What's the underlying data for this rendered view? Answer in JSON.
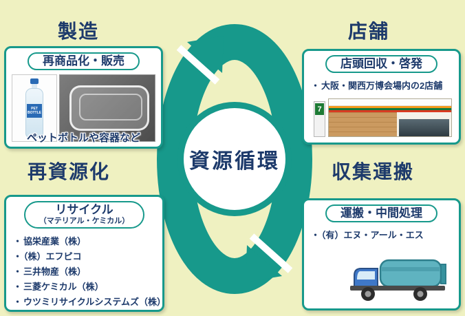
{
  "colors": {
    "background": "#eff1c1",
    "teal": "#17998b",
    "navy": "#1d3a6b",
    "store_green": "#1d7a34",
    "truck_blue": "#3f78c8",
    "truck_teal": "#5fb3c0"
  },
  "center": {
    "title": "資源循環"
  },
  "quadrants": {
    "manufacturing": {
      "label": "製造",
      "pill": "再商品化・販売",
      "caption": "ペットボトルや容器など",
      "bottle_text": "PET BOTTLE"
    },
    "stores": {
      "label": "店舗",
      "pill": "店頭回収・啓発",
      "items": [
        "大阪・関西万博会場内の2店舗"
      ],
      "sign_text": "7"
    },
    "recycling": {
      "label": "再資源化",
      "pill": "リサイクル",
      "pill_sub": "（マテリアル・ケミカル）",
      "items": [
        "協栄産業（株）",
        "（株）エフピコ",
        "三井物産（株）",
        "三菱ケミカル（株）",
        "ウツミリサイクルシステムズ（株）"
      ]
    },
    "collection": {
      "label": "収集運搬",
      "pill": "運搬・中間処理",
      "items": [
        "（有）エヌ・アール・エス"
      ]
    }
  }
}
